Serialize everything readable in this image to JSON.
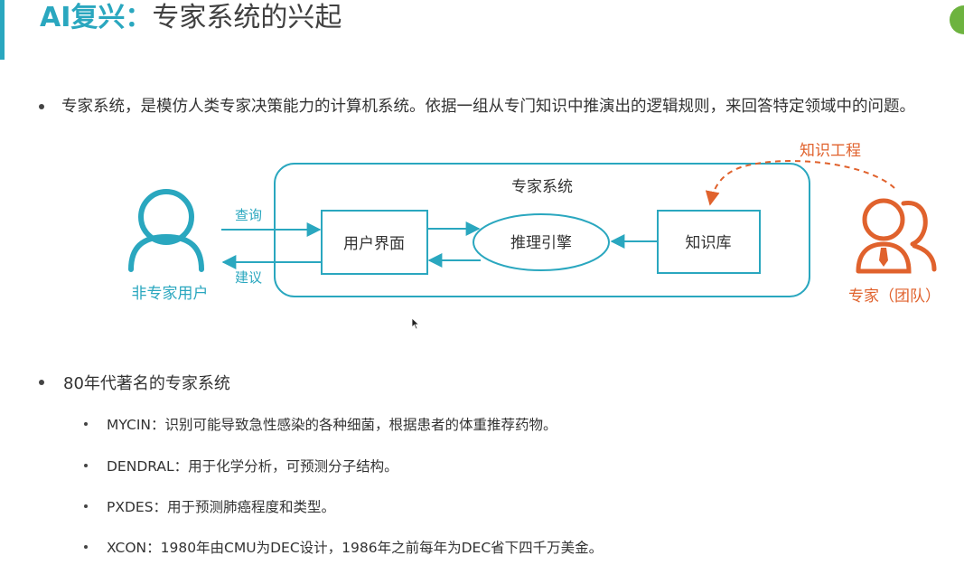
{
  "header": {
    "title_highlight": "AI复兴：",
    "title_rest": "专家系统的兴起"
  },
  "intro": {
    "text": "专家系统，是模仿人类专家决策能力的计算机系统。依据一组从专门知识中推演出的逻辑规则，来回答特定领域中的问题。"
  },
  "diagram": {
    "system_label": "专家系统",
    "user_interface": "用户界面",
    "inference_engine": "推理引擎",
    "knowledge_base": "知识库",
    "query_label": "查询",
    "advice_label": "建议",
    "non_expert_user": "非专家用户",
    "expert_team": "专家（团队）",
    "knowledge_engineering": "知识工程",
    "colors": {
      "teal": "#2aa7bf",
      "orange": "#e0622d"
    },
    "icons": [
      "user-icon",
      "expert-team-icon"
    ]
  },
  "list": {
    "heading": "80年代著名的专家系统",
    "items": [
      "MYCIN：识别可能导致急性感染的各种细菌，根据患者的体重推荐药物。",
      "DENDRAL：用于化学分析，可预测分子结构。",
      "PXDES：用于预测肺癌程度和类型。",
      "XCON：1980年由CMU为DEC设计，1986年之前每年为DEC省下四千万美金。"
    ]
  }
}
